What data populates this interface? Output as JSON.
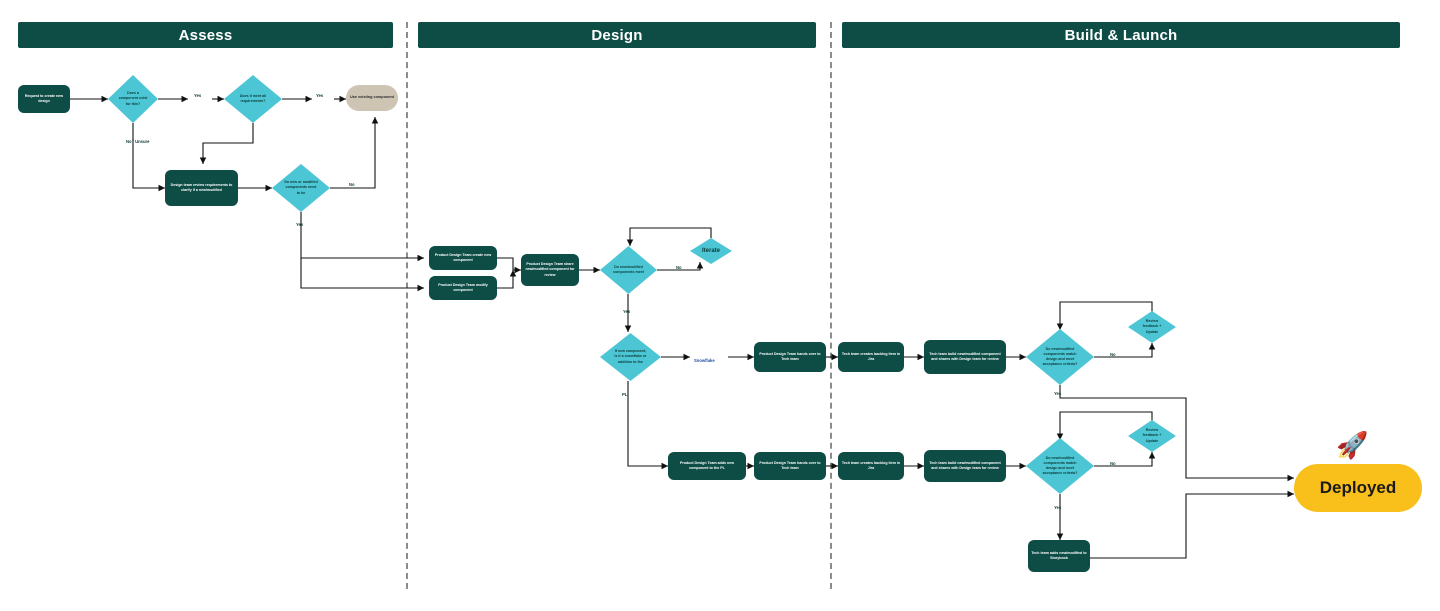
{
  "title": "Design System Component Workflow",
  "colors": {
    "band": "#0d4d46",
    "process": "#0d4d46",
    "decision": "#4cc6d4",
    "existing": "#cdc4b4",
    "deployed": "#f9bf1b",
    "line": "#1a1a1a",
    "divider": "#8c8c8c",
    "blue_label": "#1f4fa3"
  },
  "bands": [
    {
      "id": "assess",
      "label": "Assess"
    },
    {
      "id": "design",
      "label": "Design"
    },
    {
      "id": "build",
      "label": "Build & Launch"
    }
  ],
  "nodes": {
    "request": "Request to create new design",
    "d_component_exists": "Does a component exist for this?",
    "d_meets_requirements": "Does it meet all requirements?",
    "use_existing": "Use existing component",
    "design_team_review": "Design team review requirements to clarify if a new/modified",
    "d_need_to_be": "Do new or modified components need to be",
    "create_new_component": "Product Design Team create new component",
    "modify_component": "Product Design Team modify component",
    "share_for_review": "Product Design Team share new/modified component for review",
    "d_components_meet": "Do new/modified components meet",
    "iterate": "Iterate",
    "d_snowflake": "If new component, is it a snowflake or addition to the",
    "handover_tech_top": "Product Design Team hands over to Tech team",
    "backlog_top": "Tech team creates backlog item in Jira",
    "tech_build_top": "Tech team build new/modified component and shares with Design team for review",
    "d_match_design_top": "Do new/modified components match design and meet acceptance criteria?",
    "review_feedback_top": "Review feedback + Update",
    "add_to_pl": "Product Design Team adds new component to the PL",
    "handover_tech_bottom": "Product Design Team hands over to Tech team",
    "backlog_bottom": "Tech team creates backlog item in Jira",
    "tech_build_bottom": "Tech team build new/modified component and shares with Design team for review",
    "d_match_design_bottom": "Do new/modified components match design and meet acceptance criteria?",
    "review_feedback_bottom": "Review feedback + Update",
    "storybook": "Tech team adds new/modified to Storybook",
    "deployed": "Deployed"
  },
  "icons": {
    "rocket": "🚀"
  },
  "edge_labels": {
    "yes_1": "Yes",
    "yes_2": "Yes",
    "no_unsure": "No / Unsure",
    "no_1": "No",
    "yes_3": "Yes",
    "no_review": "No",
    "yes_review": "Yes",
    "snowflake": "Snowflake",
    "pl": "PL",
    "no_top": "No",
    "yes_top": "Yes",
    "no_bottom": "No",
    "yes_bottom": "Yes"
  }
}
